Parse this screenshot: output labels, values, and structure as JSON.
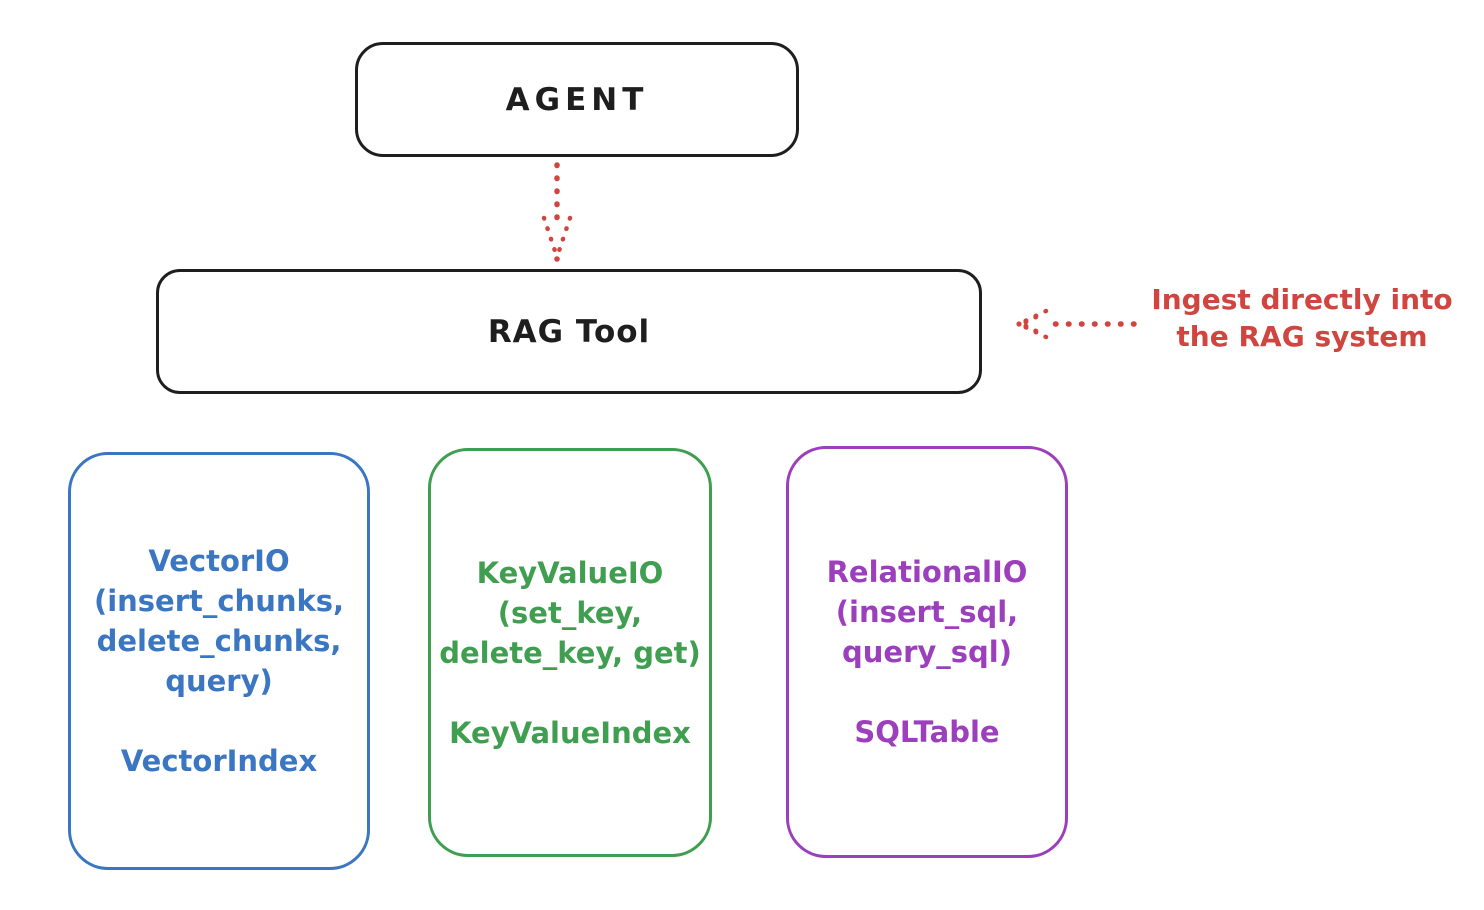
{
  "colors": {
    "ink": "#1e1e1e",
    "red": "#d0453f",
    "blue": "#3a76c2",
    "green": "#3f9e50",
    "purple": "#9c3fbd"
  },
  "nodes": {
    "agent": {
      "label": "AGENT"
    },
    "rag_tool": {
      "label": "RAG Tool"
    },
    "vector": {
      "lines": [
        "VectorIO",
        "(insert_chunks,",
        "delete_chunks,",
        "query)"
      ],
      "index_label": "VectorIndex"
    },
    "keyvalue": {
      "lines": [
        "KeyValueIO",
        "(set_key,",
        "delete_key, get)"
      ],
      "index_label": "KeyValueIndex"
    },
    "relational": {
      "lines": [
        "RelationalIO",
        "(insert_sql,",
        "query_sql)"
      ],
      "index_label": "SQLTable"
    }
  },
  "annotation": {
    "line1": "Ingest directly into",
    "line2": "the RAG system"
  }
}
